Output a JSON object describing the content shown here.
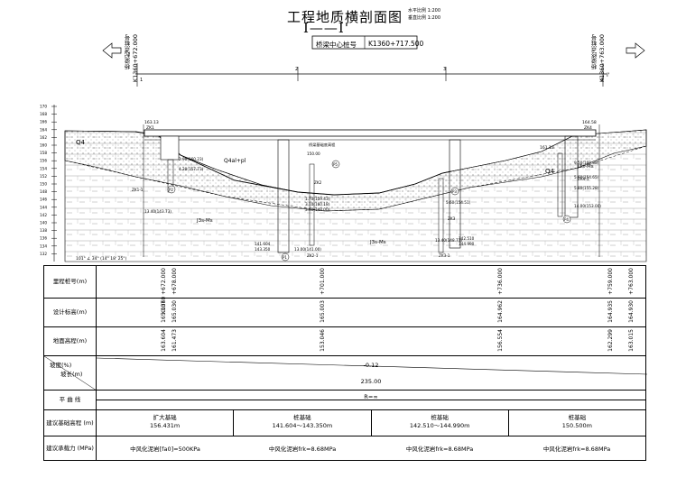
{
  "drawing": {
    "title": "工程地质横剖面图",
    "scale_h": "水平比例 1:200",
    "scale_v": "垂直比例 1:200",
    "section_label": "I——I'",
    "center_pile_label": "桥梁中心桩号",
    "center_pile_value": "K1360+717.500",
    "start_pile_label": "桥梁起点桩号",
    "start_pile_value": "K1360+672.000",
    "end_pile_label": "桥梁终点桩号",
    "end_pile_value": "K1360+763.000",
    "boreholes": [
      "1",
      "2",
      "3",
      "4"
    ],
    "axis_end_label": "I'",
    "elevation_ticks": [
      "170",
      "168",
      "166",
      "164",
      "162",
      "160",
      "158",
      "156",
      "154",
      "152",
      "150",
      "148",
      "146",
      "144",
      "142",
      "140",
      "138",
      "136",
      "134",
      "132"
    ],
    "surface_labels": [
      "163.13",
      "ZK1",
      "164.58",
      "ZK4",
      "161.13"
    ],
    "layer_labels": [
      "Q4",
      "Q4al+pl",
      "J3s-Ms",
      "J3s-Ms",
      "J3s-Ms",
      "Q4"
    ],
    "depth_labels": [
      "2.90(160.23)",
      "4.20(157.73)",
      "1.70(159.43)",
      "3.10(160.18)",
      "3.60(148.00)",
      "9.50(160.38)",
      "5.60(154.51)",
      "5.60(154.65)",
      "5.80(155.28)",
      "13.40(143.73)",
      "13.40(148.73)",
      "13.00(141.00)",
      "14.00(153.00)"
    ],
    "annotations": [
      "桥梁基础底高程",
      "150.00",
      "141.604",
      "143.350",
      "142.510",
      "144.990",
      "ZK2",
      "ZK3",
      "ZK1-1",
      "ZK4-1",
      "ZK2-1",
      "ZK3-1"
    ],
    "slope_note": "101° ∠ 34° (14° 18' 25\")",
    "foundation_labels": [
      "P1",
      "P2",
      "P3",
      "P4",
      "P5"
    ]
  },
  "table": {
    "rows": [
      {
        "label": "里程桩号(m)",
        "values": [
          "K1360 +672.000",
          "+678.000",
          "+701.000",
          "+736.000",
          "+759.000",
          "+763.000"
        ]
      },
      {
        "label": "设计标高(m)",
        "values": [
          "165.007",
          "165.030",
          "165.003",
          "164.962",
          "164.935",
          "164.930"
        ]
      },
      {
        "label": "地面高程(m)",
        "values": [
          "163.604",
          "161.473",
          "153.046",
          "156.554",
          "162.299",
          "163.015"
        ]
      }
    ],
    "slope_label_top": "坡度(%)",
    "slope_label_bottom": "坡长(m)",
    "slope_value": "-0.12",
    "slope_length": "235.00",
    "plan_label": "平 曲 线",
    "plan_value": "R=∞",
    "foundation_label": "建议基础高程 (m)",
    "foundation": [
      {
        "type": "扩大基础",
        "value": "156.431m"
      },
      {
        "type": "桩基础",
        "value": "141.604～143.350m"
      },
      {
        "type": "桩基础",
        "value": "142.510～144.990m"
      },
      {
        "type": "桩基础",
        "value": "150.500m"
      }
    ],
    "bearing_label": "建议承载力 (MPa)",
    "bearing": [
      "中风化泥岩[fa0]=500KPa",
      "中风化泥岩frk=8.68MPa",
      "中风化泥岩frk=8.68MPa",
      "中风化泥岩frk=8.68MPa"
    ]
  }
}
